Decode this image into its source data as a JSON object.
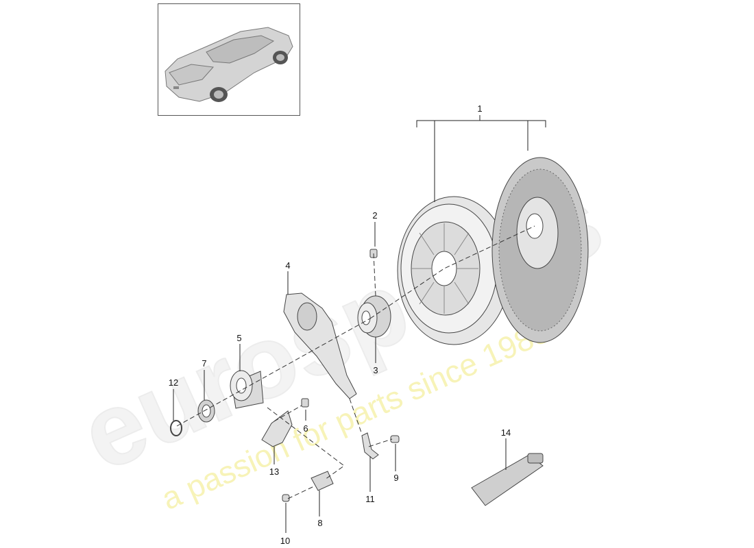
{
  "watermark": {
    "brand": "eurospares",
    "tagline": "a passion for parts since 1985"
  },
  "thumbnail": {
    "icon": "convertible-car-icon"
  },
  "parts": [
    {
      "number": "1",
      "icon": "clutch-kit-bracket-icon"
    },
    {
      "number": "2",
      "icon": "bolt-icon"
    },
    {
      "number": "3",
      "icon": "release-bearing-icon"
    },
    {
      "number": "4",
      "icon": "release-lever-icon"
    },
    {
      "number": "5",
      "icon": "guide-sleeve-icon"
    },
    {
      "number": "6",
      "icon": "bolt-icon"
    },
    {
      "number": "7",
      "icon": "seal-ring-icon"
    },
    {
      "number": "8",
      "icon": "sensor-icon"
    },
    {
      "number": "9",
      "icon": "screw-icon"
    },
    {
      "number": "10",
      "icon": "screw-icon"
    },
    {
      "number": "11",
      "icon": "bracket-icon"
    },
    {
      "number": "12",
      "icon": "o-ring-icon"
    },
    {
      "number": "13",
      "icon": "retaining-plate-icon"
    },
    {
      "number": "14",
      "icon": "grease-tube-icon"
    }
  ]
}
